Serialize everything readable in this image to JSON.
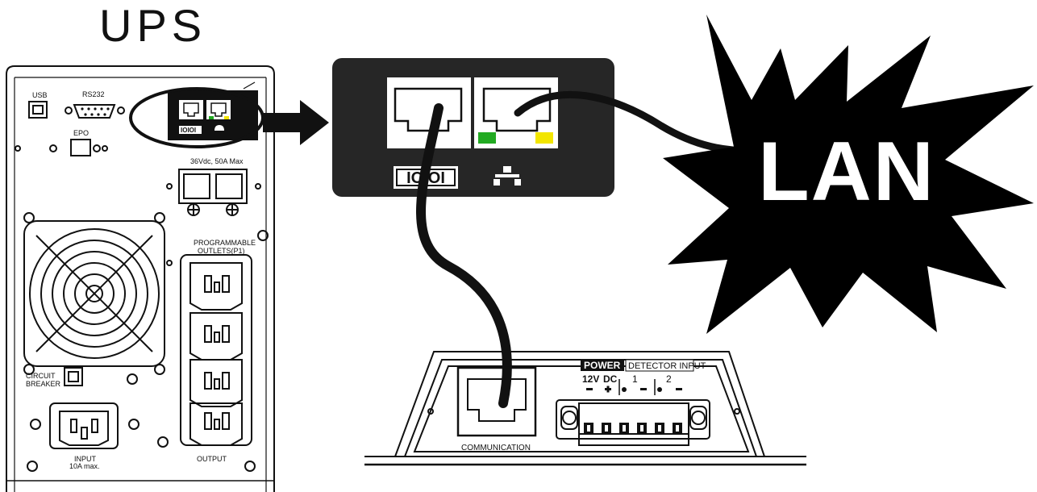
{
  "title": "UPS",
  "cloud_label": "LAN",
  "ups_panel": {
    "usb": "USB",
    "rs232": "RS232",
    "epo": "EPO",
    "battery_rating": "36Vdc, 50A Max",
    "programmable_outlets_line1": "PROGRAMMABLE",
    "programmable_outlets_line2": "OUTLETS(P1)",
    "circuit_breaker_line1": "CIRCUIT",
    "circuit_breaker_line2": "BREAKER",
    "input_line1": "INPUT",
    "input_line2": "10A max.",
    "output": "OUTPUT",
    "card_port_label": "IOIOI"
  },
  "card_zoom": {
    "port_label": "IOIOI"
  },
  "detector": {
    "communication": "COMMUNICATION",
    "power": "POWER",
    "detector_input": "DETECTOR INPUT",
    "v12": "12V",
    "dc": "DC",
    "in1": "1",
    "in2": "2"
  },
  "colors": {
    "link_led": "#22aa22",
    "activity_led": "#f2e500",
    "ink": "#111111"
  }
}
